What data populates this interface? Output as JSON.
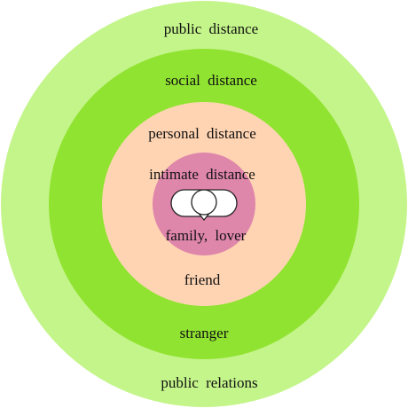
{
  "zones": {
    "public": {
      "label": "public  distance",
      "relation": "public  relations",
      "color": "#c4f58a"
    },
    "social": {
      "label": "social  distance",
      "relation": "stranger",
      "color": "#90e331"
    },
    "personal": {
      "label": "personal  distance",
      "relation": "friend",
      "color": "#ffd4b3"
    },
    "intimate": {
      "label": "intimate  distance",
      "relation": "family,  lover",
      "color": "#df86ab"
    }
  },
  "people_icon": {
    "name": "two-people-icon",
    "color": "#ffffff"
  }
}
